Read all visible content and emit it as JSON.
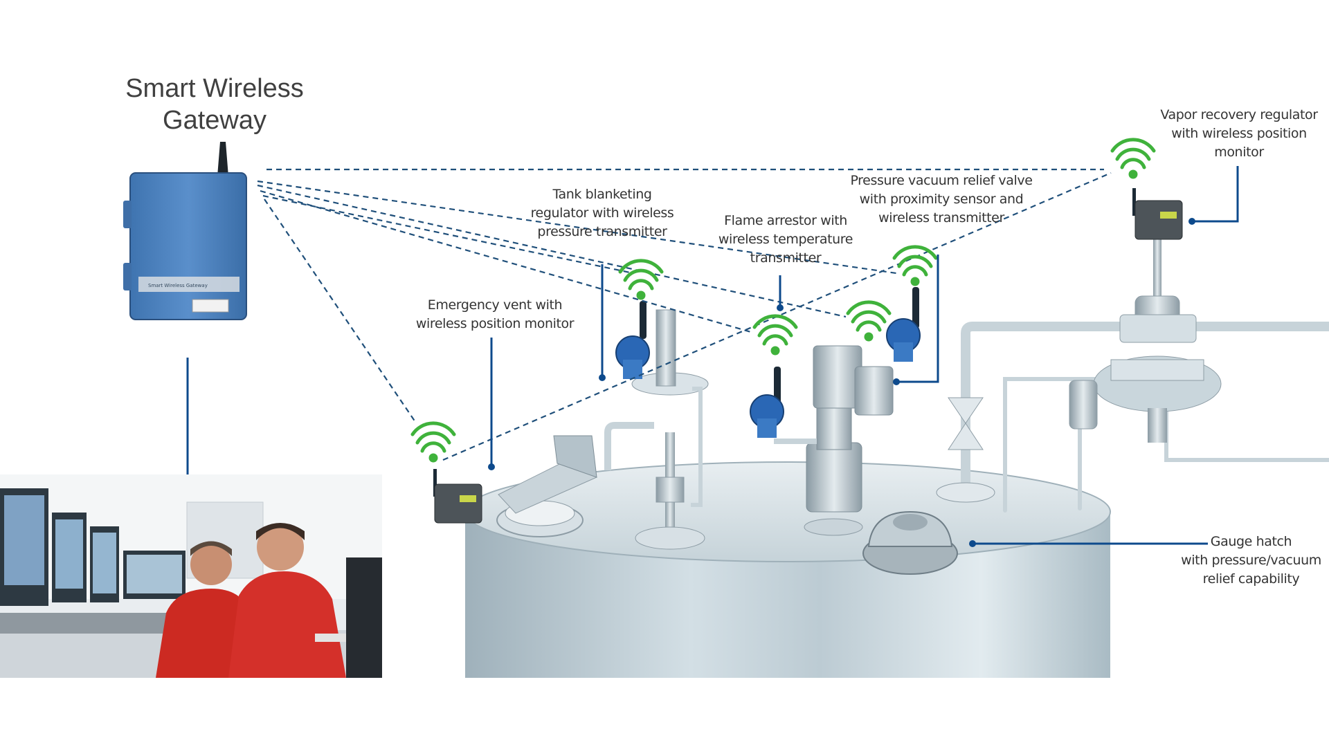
{
  "gateway": {
    "title_line1": "Smart Wireless",
    "title_line2": "Gateway",
    "device_label": "Smart Wireless Gateway",
    "icon": "wireless-gateway-icon"
  },
  "callouts": {
    "emergency_vent": [
      "Emergency vent with",
      "wireless position monitor"
    ],
    "tank_blanketing": [
      "Tank blanketing",
      "regulator with wireless",
      "pressure transmitter"
    ],
    "flame_arrestor": [
      "Flame arrestor with",
      "wireless temperature",
      "transmitter"
    ],
    "pressure_vacuum": [
      "Pressure vacuum relief valve",
      "with proximity sensor and",
      "wireless transmitter"
    ],
    "vapor_recovery": [
      "Vapor recovery regulator",
      "with wireless position",
      "monitor"
    ],
    "gauge_hatch": [
      "Gauge hatch",
      "with pressure/vacuum",
      "relief capability"
    ]
  },
  "colors": {
    "dashed_link": "#1f4f7a",
    "callout_line": "#0d4a8c",
    "wifi_signal": "#3fb23b",
    "gateway_body": "#4a80bd",
    "transmitter_blue": "#2a67b5",
    "tank_steel": "#b7c7d0",
    "coverall_red": "#cc2a22"
  },
  "icons": [
    "wifi-signal-icon",
    "wireless-transmitter-icon",
    "position-monitor-icon",
    "storage-tank-icon",
    "control-room-operators-icon"
  ]
}
